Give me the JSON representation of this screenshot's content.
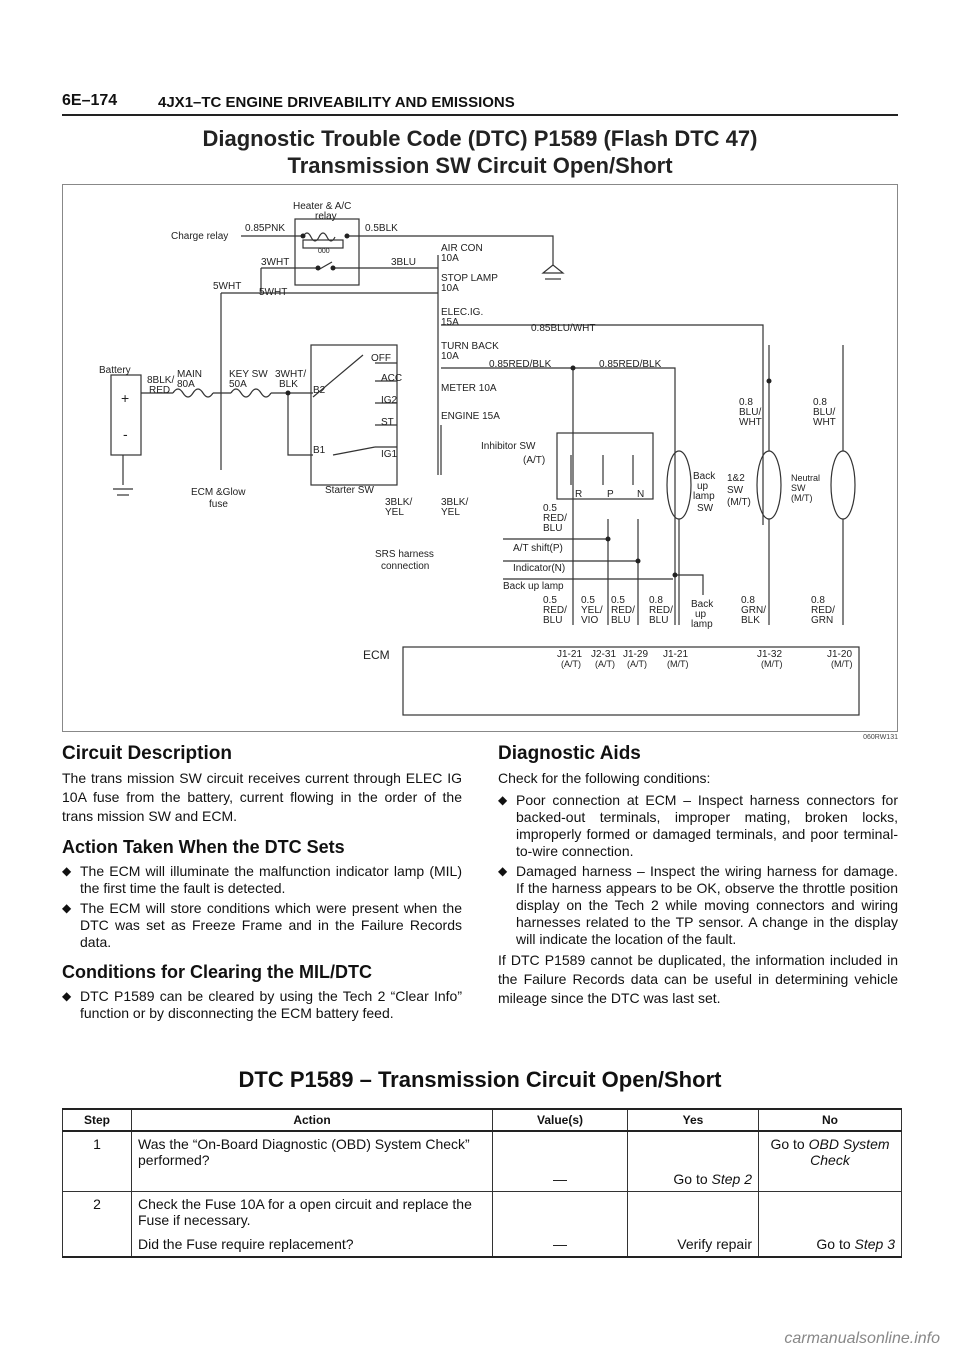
{
  "header": {
    "page": "6E–174",
    "section": "4JX1–TC ENGINE DRIVEABILITY AND EMISSIONS"
  },
  "title": {
    "line1": "Diagnostic Trouble Code (DTC) P1589 (Flash DTC 47)",
    "line2": "Transmission SW Circuit Open/Short"
  },
  "diagram": {
    "figure_id": "060RW131",
    "labels": {
      "heater_relay": "Heater & A/C",
      "relay": "relay",
      "charge_relay": "Charge relay",
      "w085pnk": "0.85PNK",
      "w05blk": "0.5BLK",
      "w3wht": "3WHT",
      "w3blu": "3BLU",
      "aircon": "AIR CON",
      "a10a_1": "10A",
      "stoplamp": "STOP LAMP",
      "a10a_2": "10A",
      "w5wht_a": "5WHT",
      "w5wht_b": "5WHT",
      "elecig": "ELEC.IG.",
      "a15a": "15A",
      "w085bluwht": "0.85BLU/WHT",
      "turnback": "TURN BACK",
      "a10a_3": "10A",
      "w085redblk_a": "0.85RED/BLK",
      "w085redblk_b": "0.85RED/BLK",
      "battery": "Battery",
      "w8blk": "8BLK/",
      "red": "RED",
      "main": "MAIN",
      "a80a": "80A",
      "keysw": "KEY SW",
      "a50a": "50A",
      "w3whtblk": "3WHT/",
      "blk": "BLK",
      "off": "OFF",
      "acc": "ACC",
      "ig2": "IG2",
      "st": "ST",
      "ig1": "IG1",
      "b2": "B2",
      "b1": "B1",
      "meter": "METER 10A",
      "engine": "ENGINE 15A",
      "starter": "Starter SW",
      "ecmglow": "ECM &Glow",
      "fuse": "fuse",
      "inhibitor": "Inhibitor SW",
      "at": "(A/T)",
      "r": "R",
      "p": "P",
      "n": "N",
      "w3blkyel_a": "3BLK/",
      "yel_a": "YEL",
      "w3blkyel_b": "3BLK/",
      "yel_b": "YEL",
      "srs": "SRS harness",
      "connection": "connection",
      "w05redblu": "0.5",
      "redblu_a": "RED/",
      "redblu_b": "BLU",
      "atshift": "A/T shift(P)",
      "indicator": "Indicator(N)",
      "backuplamp_arrow": "Back up lamp",
      "backup1": "Back",
      "backup2": "up",
      "backup3": "lamp",
      "backup4": "SW",
      "sw12_1": "1&2",
      "sw12_2": "SW",
      "sw12_3": "(M/T)",
      "w08bluwht_1": "0.8",
      "w08bluwht_2": "BLU/",
      "w08bluwht_3": "WHT",
      "w08bluwht_4": "0.8",
      "w08bluwht_5": "BLU/",
      "w08bluwht_6": "WHT",
      "neutral1": "Neutral",
      "neutral2": "SW",
      "neutral3": "(M/T)",
      "bl1": "Back",
      "bl2": "up",
      "bl3": "lamp",
      "ecm": "ECM",
      "wl1a": "0.5",
      "wl1b": "RED/",
      "wl1c": "BLU",
      "wl2a": "0.5",
      "wl2b": "YEL/",
      "wl2c": "VIO",
      "wl3a": "0.5",
      "wl3b": "RED/",
      "wl3c": "BLU",
      "wl4a": "0.8",
      "wl4b": "RED/",
      "wl4c": "BLU",
      "wl5a": "0.8",
      "wl5b": "GRN/",
      "wl5c": "BLK",
      "wl6a": "0.8",
      "wl6b": "RED/",
      "wl6c": "GRN",
      "p1": "J1-21",
      "p1s": "(A/T)",
      "p2": "J2-31",
      "p2s": "(A/T)",
      "p3": "J1-29",
      "p3s": "(A/T)",
      "p4": "J1-21",
      "p4s": "(M/T)",
      "p5": "J1-32",
      "p5s": "(M/T)",
      "p6": "J1-20",
      "p6s": "(M/T)",
      "coil": "000"
    }
  },
  "left": {
    "h_circuit": "Circuit Description",
    "circuit_text": "The trans mission SW circuit receives current through ELEC IG 10A fuse from the battery, current flowing in the order of the trans mission SW and ECM.",
    "h_action": "Action Taken When the DTC Sets",
    "action": [
      "The ECM will illuminate the malfunction indicator lamp (MIL) the first time the fault is detected.",
      "The ECM will store conditions which were present when the DTC was set as Freeze Frame and in the Failure Records data."
    ],
    "h_clear": "Conditions for Clearing the MIL/DTC",
    "clear": [
      "DTC P1589 can be cleared by using the Tech 2 “Clear Info” function or by disconnecting the ECM battery feed."
    ]
  },
  "right": {
    "h_aids": "Diagnostic Aids",
    "intro": "Check for the following conditions:",
    "items": [
      "Poor connection at ECM – Inspect harness connectors for backed-out terminals, improper mating, broken locks, improperly formed or damaged terminals, and poor terminal-to-wire connection.",
      "Damaged harness – Inspect the wiring harness for damage.  If the harness appears to be OK, observe the throttle position display on the Tech 2 while moving connectors and wiring harnesses related to the TP sensor.  A change in the display will indicate the location of the fault."
    ],
    "outro": "If DTC P1589 cannot be duplicated, the information included in the Failure Records data can be useful in determining vehicle mileage since the DTC was last set."
  },
  "table_title": "DTC P1589 – Transmission Circuit Open/Short",
  "table": {
    "headers": [
      "Step",
      "Action",
      "Value(s)",
      "Yes",
      "No"
    ],
    "r1": {
      "step": "1",
      "action": "Was the “On-Board Diagnostic (OBD) System Check” performed?",
      "value": "—",
      "yes_pre": "Go to ",
      "yes_em": "Step 2",
      "no_pre": "Go to ",
      "no_em": "OBD System Check"
    },
    "r2": {
      "step": "2",
      "action1": "Check the Fuse 10A for a open circuit and replace the Fuse if necessary.",
      "action2": "Did the Fuse require replacement?",
      "value": "—",
      "yes": "Verify repair",
      "no_pre": "Go to ",
      "no_em": "Step 3"
    }
  },
  "watermark": "carmanualsonline.info"
}
